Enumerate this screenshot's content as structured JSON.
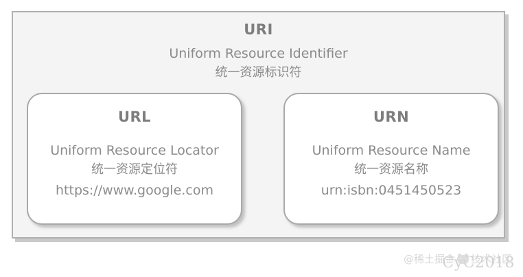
{
  "diagram": {
    "type": "nested-box-hierarchy",
    "outer": {
      "title": "URI",
      "subtitle_en": "Uniform Resource Identifier",
      "subtitle_cn": "统一资源标识符"
    },
    "children": [
      {
        "id": "url",
        "title": "URL",
        "subtitle_en": "Uniform Resource Locator",
        "subtitle_cn": "统一资源定位符",
        "example": "https://www.google.com"
      },
      {
        "id": "urn",
        "title": "URN",
        "subtitle_en": "Uniform Resource Name",
        "subtitle_cn": "统一资源名称",
        "example": "urn:isbn:0451450523"
      }
    ]
  },
  "watermarks": {
    "author": "CyC2018",
    "community_prefix": "@稀土掘金",
    "community_suffix": "技术社区",
    "community_logo_icon": "pig-logo-icon"
  },
  "colors": {
    "page_background": "#ffffff",
    "outer_fill": "#f4f4f4",
    "outer_border": "#b0b0b0",
    "card_fill": "#ffffff",
    "card_border": "#a9a9a9",
    "title_text": "#7d7d7d",
    "body_text": "#8b8b8b",
    "shadow": "#c9c9c9",
    "watermark_text": "#d2d2d2"
  }
}
